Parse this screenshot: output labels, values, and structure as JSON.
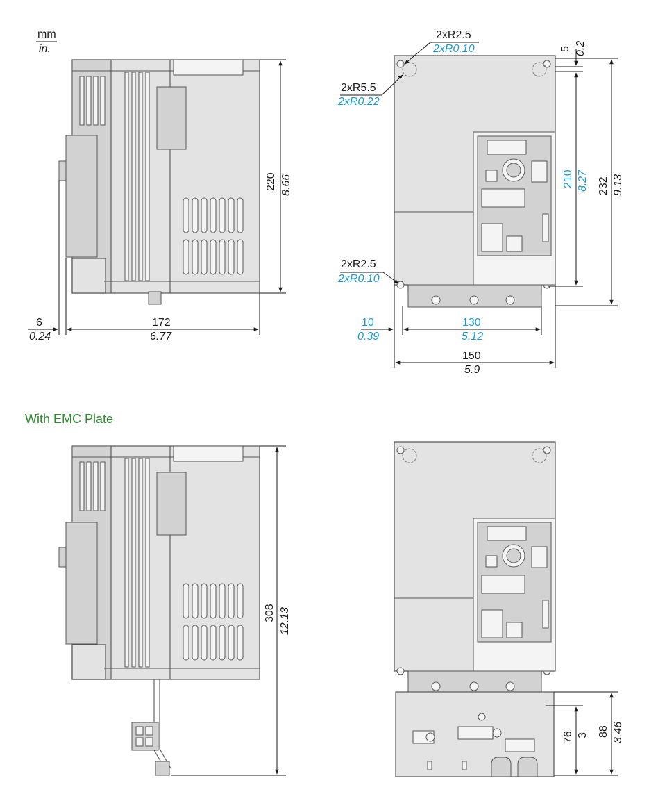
{
  "units": {
    "mm": "mm",
    "in": "in."
  },
  "section_title": "With EMC Plate",
  "top_side": {
    "offset": {
      "mm": "6",
      "in": "0.24"
    },
    "depth": {
      "mm": "172",
      "in": "6.77"
    },
    "height": {
      "mm": "220",
      "in": "8.66"
    }
  },
  "top_front": {
    "radius_top": {
      "mm": "2xR2.5",
      "in": "2xR0.10"
    },
    "radius_mid": {
      "mm": "2xR5.5",
      "in": "2xR0.22"
    },
    "radius_bottom": {
      "mm": "2xR2.5",
      "in": "2xR0.10"
    },
    "edge_offset": {
      "mm": "10",
      "in": "0.39"
    },
    "hole_spacing": {
      "mm": "130",
      "in": "5.12"
    },
    "width": {
      "mm": "150",
      "in": "5.9"
    },
    "top_offset": {
      "mm": "5",
      "in": "0.2"
    },
    "hole_height": {
      "mm": "210",
      "in": "8.27"
    },
    "height": {
      "mm": "232",
      "in": "9.13"
    }
  },
  "bottom_side": {
    "height": {
      "mm": "308",
      "in": "12.13"
    }
  },
  "bottom_front": {
    "plate_hole": {
      "mm": "76",
      "in": "3"
    },
    "plate_height": {
      "mm": "88",
      "in": "3.46"
    }
  },
  "colors": {
    "dimension_text": "#1a1a1a",
    "mounting_dimension": "#1a9bd7",
    "title": "#2e8b2e",
    "body": "#e3e3e3"
  }
}
